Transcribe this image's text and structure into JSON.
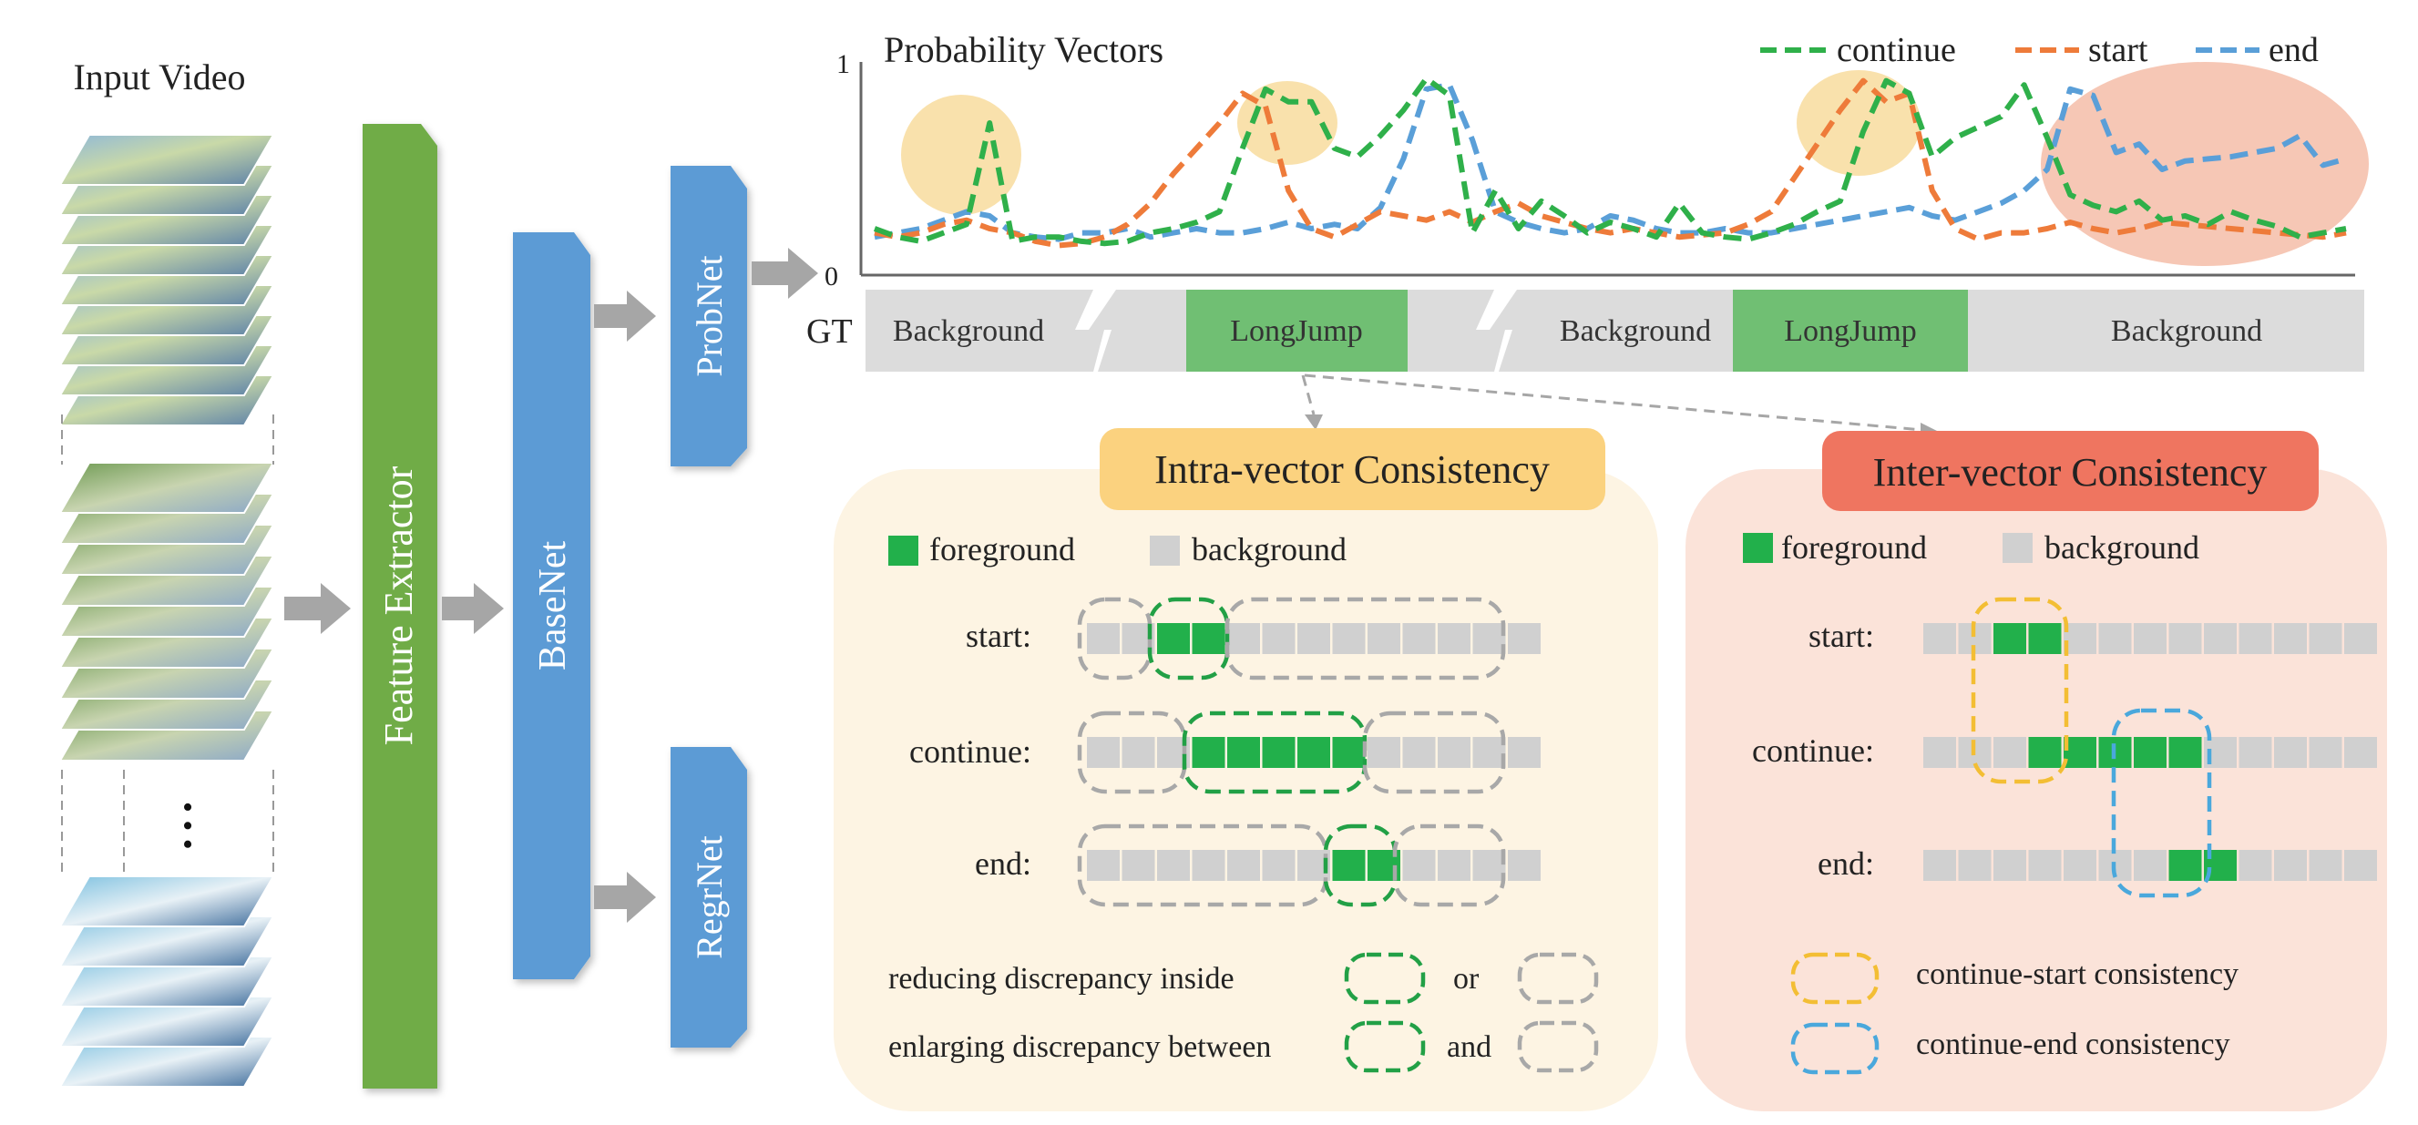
{
  "input": {
    "title": "Input Video",
    "ellipsis": "• • •"
  },
  "modules": {
    "feature_extractor": "Feature Extractor",
    "basenet": "BaseNet",
    "probnet": "ProbNet",
    "regrnet": "RegrNet"
  },
  "plot": {
    "title": "Probability Vectors",
    "y_top": "1",
    "y_bottom": "0",
    "legend": {
      "continue": "continue",
      "start": "start",
      "end": "end"
    },
    "colors": {
      "continue": "#2fb04a",
      "start": "#ee7b3a",
      "end": "#5a9fd8"
    }
  },
  "chart_data": {
    "type": "line",
    "title": "Probability Vectors",
    "ylim": [
      0,
      1
    ],
    "series": [
      {
        "name": "continue",
        "values": [
          0.22,
          0.18,
          0.16,
          0.2,
          0.24,
          0.72,
          0.16,
          0.18,
          0.18,
          0.16,
          0.15,
          0.16,
          0.2,
          0.22,
          0.25,
          0.3,
          0.6,
          0.88,
          0.82,
          0.82,
          0.6,
          0.56,
          0.66,
          0.78,
          0.93,
          0.85,
          0.2,
          0.4,
          0.22,
          0.35,
          0.28,
          0.2,
          0.25,
          0.22,
          0.18,
          0.34,
          0.2,
          0.18,
          0.17,
          0.2,
          0.24,
          0.3,
          0.35,
          0.68,
          0.92,
          0.86,
          0.56,
          0.65,
          0.7,
          0.75,
          0.9,
          0.65,
          0.38,
          0.33,
          0.3,
          0.35,
          0.26,
          0.28,
          0.24,
          0.3,
          0.26,
          0.23,
          0.18,
          0.2,
          0.22
        ]
      },
      {
        "name": "start",
        "values": [
          0.2,
          0.18,
          0.2,
          0.24,
          0.26,
          0.22,
          0.2,
          0.16,
          0.14,
          0.15,
          0.18,
          0.24,
          0.34,
          0.48,
          0.6,
          0.72,
          0.86,
          0.8,
          0.4,
          0.22,
          0.18,
          0.24,
          0.3,
          0.28,
          0.26,
          0.3,
          0.25,
          0.3,
          0.34,
          0.28,
          0.25,
          0.22,
          0.2,
          0.22,
          0.2,
          0.18,
          0.19,
          0.2,
          0.24,
          0.3,
          0.46,
          0.62,
          0.78,
          0.92,
          0.82,
          0.86,
          0.4,
          0.22,
          0.17,
          0.2,
          0.2,
          0.22,
          0.25,
          0.22,
          0.2,
          0.22,
          0.25,
          0.24,
          0.23,
          0.22,
          0.21,
          0.2,
          0.19,
          0.18,
          0.2
        ]
      },
      {
        "name": "end",
        "values": [
          0.18,
          0.2,
          0.22,
          0.26,
          0.3,
          0.28,
          0.2,
          0.18,
          0.17,
          0.2,
          0.2,
          0.22,
          0.18,
          0.2,
          0.22,
          0.2,
          0.2,
          0.22,
          0.25,
          0.22,
          0.24,
          0.22,
          0.32,
          0.55,
          0.88,
          0.9,
          0.64,
          0.3,
          0.25,
          0.22,
          0.2,
          0.22,
          0.28,
          0.26,
          0.22,
          0.2,
          0.2,
          0.22,
          0.2,
          0.2,
          0.22,
          0.24,
          0.26,
          0.28,
          0.3,
          0.32,
          0.28,
          0.26,
          0.3,
          0.34,
          0.4,
          0.5,
          0.88,
          0.85,
          0.58,
          0.62,
          0.5,
          0.54,
          0.55,
          0.56,
          0.58,
          0.6,
          0.66,
          0.52,
          0.55
        ]
      }
    ]
  },
  "gt": {
    "label": "GT",
    "segments": [
      "Background",
      "LongJump",
      "Background",
      "LongJump",
      "Background"
    ]
  },
  "intra": {
    "title": "Intra-vector Consistency",
    "legend_fg": "foreground",
    "legend_bg": "background",
    "rows": [
      "start:",
      "continue:",
      "end:"
    ],
    "note1_text": "reducing  discrepancy inside",
    "note1_conj": "or",
    "note2_text": "enlarging discrepancy between",
    "note2_conj": "and"
  },
  "inter": {
    "title": "Inter-vector Consistency",
    "legend_fg": "foreground",
    "legend_bg": "background",
    "rows": [
      "start:",
      "continue:",
      "end:"
    ],
    "legend_cs": "continue-start consistency",
    "legend_ce": "continue-end consistency"
  },
  "colors": {
    "feature_extractor": "#6fac47",
    "basenet": "#5b9bd5",
    "intra_panel": "#fdf4e3",
    "intra_title": "#fbd27f",
    "inter_panel": "#fbe3d9",
    "inter_title": "#ef7560",
    "foreground_cell": "#22b04b",
    "background_cell": "#d0d0d0",
    "gt_background": "#dcdcdc",
    "gt_foreground": "#70bf73",
    "highlight_yellow": "#f8dc9e",
    "highlight_red": "#f4bda8"
  }
}
